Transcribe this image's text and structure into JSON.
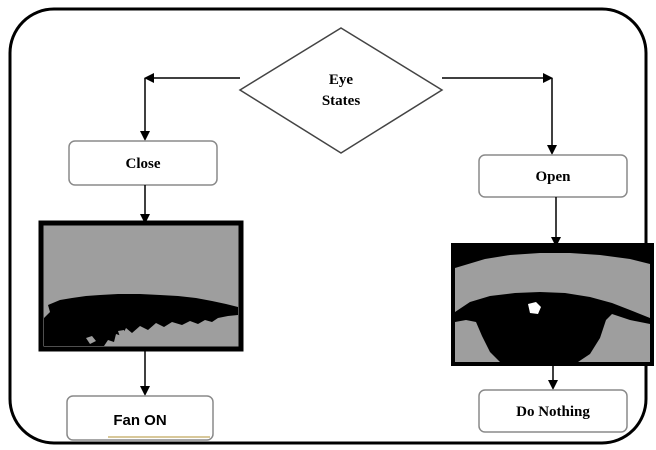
{
  "diagram": {
    "decision": {
      "line1": "Eye",
      "line2": "States"
    },
    "left_branch": {
      "state_label": "Close",
      "action_label": "Fan ON"
    },
    "right_branch": {
      "state_label": "Open",
      "action_label": "Do Nothing"
    }
  },
  "colors": {
    "stroke": "#000000",
    "box_fill": "#ffffff",
    "box_stroke": "#8a8a8a",
    "eye_gray": "#9e9e9e",
    "eye_dark": "#000000",
    "highlight": "#ffffff"
  }
}
